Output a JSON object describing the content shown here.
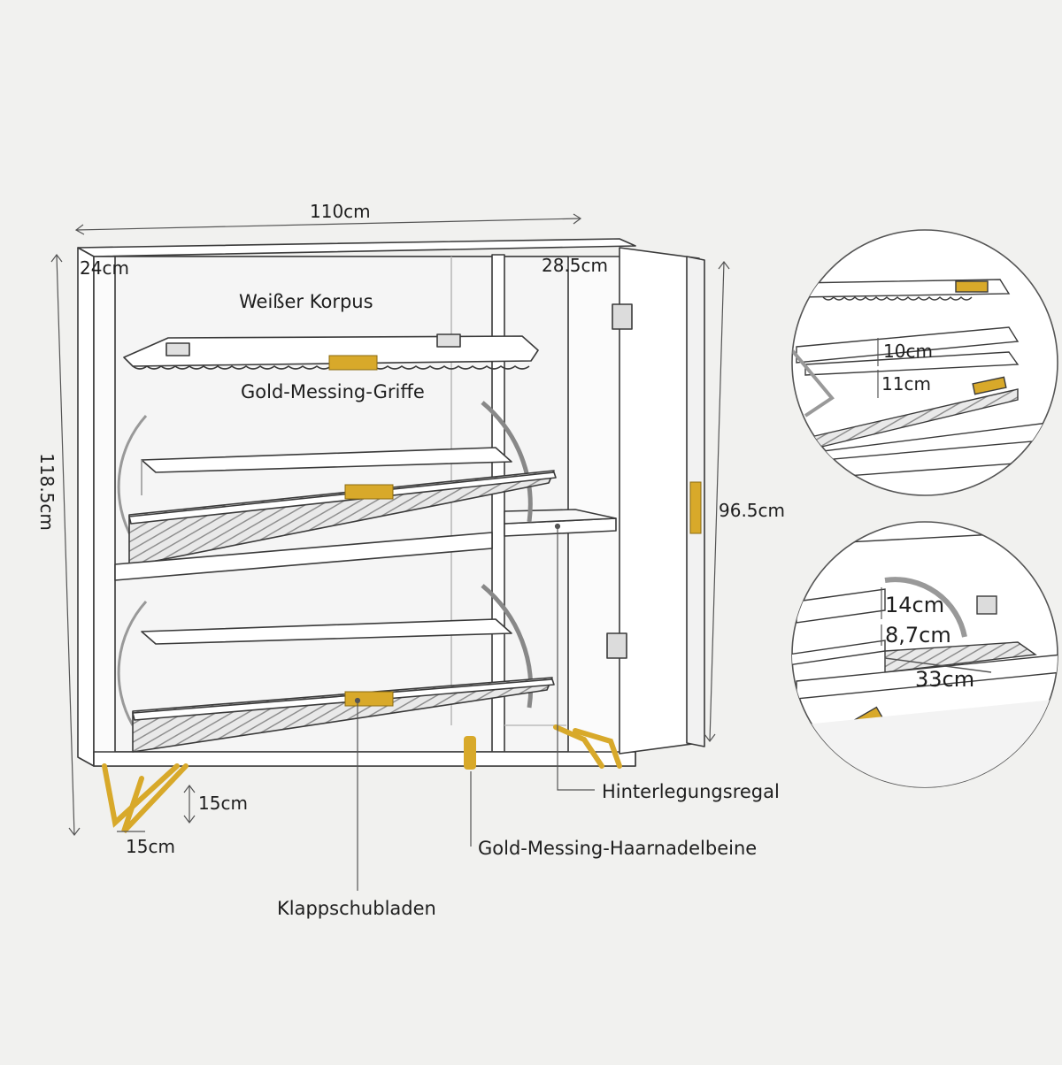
{
  "colors": {
    "background": "#f1f1ef",
    "cabinet": "#ffffff",
    "line": "#3a3a3a",
    "gold": "#d8a92a",
    "ridge": "#9a9a9a"
  },
  "labels": {
    "body": "Weißer Korpus",
    "handles": "Gold-Messing-Griffe",
    "back_shelf": "Hinterlegungsregal",
    "legs": "Gold-Messing-Haarnadelbeine",
    "drawers": "Klappschubladen"
  },
  "dimensions": {
    "width": "110cm",
    "depth": "24cm",
    "door_depth": "28.5cm",
    "height": "118.5cm",
    "door_height": "96.5cm",
    "leg_height": "15cm",
    "leg_width": "15cm"
  },
  "detail_top": {
    "gap_upper": "10cm",
    "gap_lower": "11cm"
  },
  "detail_bottom": {
    "height_a": "14cm",
    "height_b": "8,7cm",
    "length": "33cm"
  }
}
